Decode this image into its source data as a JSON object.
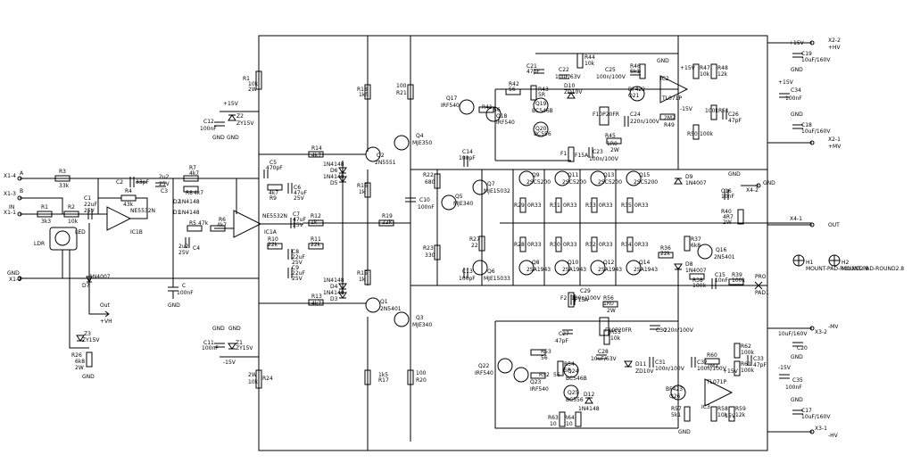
{
  "terminals": {
    "a": {
      "pin": "X1-4",
      "name": "A"
    },
    "b": {
      "pin": "X1-3",
      "name": "B"
    },
    "in": {
      "pin": "X1-1",
      "name": "IN"
    },
    "gnd": {
      "name": "GND",
      "pin": "X1-2"
    },
    "out_arrow": "Out",
    "vh": "+VH",
    "hv_top": {
      "net": "+HV",
      "pin": "X2-2"
    },
    "mv_top": {
      "net": "+MV",
      "pin": "X2-1"
    },
    "gnd_x42": {
      "net": "GND",
      "pin": "X4-2"
    },
    "out_x41": {
      "net": "OUT",
      "pin": "X4-1"
    },
    "mv_bot": {
      "net": "-MV",
      "pin": "X3-2"
    },
    "hv_bot": {
      "net": "-HV",
      "pin": "X3-1"
    },
    "pro": "PRO",
    "pad1": "PAD1"
  },
  "mounts": [
    {
      "ref": "H1",
      "label": "MOUNT-PAD-ROUND2.8"
    },
    {
      "ref": "H2",
      "label": "MOUNT-PAD-ROUND2.8"
    }
  ],
  "components": {
    "r3": {
      "ref": "R3",
      "val": "33k"
    },
    "r1": {
      "ref": "R1",
      "val": "3k3"
    },
    "r2": {
      "ref": "R2",
      "val": "10k"
    },
    "c1": {
      "ref": "C1",
      "val": "22uF",
      "v": "25V"
    },
    "c2": {
      "ref": "C2",
      "val": "33pF"
    },
    "r4": {
      "ref": "R4",
      "val": "43k"
    },
    "ic1b": {
      "ref": "IC1B",
      "part": "NE5532N"
    },
    "ldr": {
      "ref": "LDR"
    },
    "led": {
      "ref": "LED"
    },
    "d7": {
      "ref": "D7",
      "part": "1N4007"
    },
    "z3": {
      "ref": "Z3",
      "part": "ZY15V"
    },
    "r26": {
      "ref": "R26",
      "val": "6k8",
      "p": "2W"
    },
    "c3": {
      "ref": "C3",
      "val": "2u2",
      "v": "25V"
    },
    "r7": {
      "ref": "R7",
      "val": "4k7"
    },
    "r8": {
      "ref": "R8",
      "val": "4k7"
    },
    "d2": {
      "ref": "D2",
      "part": "1N4148"
    },
    "d1": {
      "ref": "D1",
      "part": "1N4148"
    },
    "r5": {
      "ref": "R5",
      "val": "47k"
    },
    "r6": {
      "ref": "R6",
      "val": "4k7"
    },
    "c4": {
      "ref": "C4",
      "val": "2u2",
      "v": "25V"
    },
    "c": {
      "ref": "C",
      "val": "100nF"
    },
    "ic1a": {
      "ref": "IC1A",
      "part": "NE5532N"
    },
    "c5": {
      "ref": "C5",
      "val": "470pF"
    },
    "r9": {
      "ref": "R9",
      "val": "4k7"
    },
    "c6": {
      "ref": "C6",
      "val": "47uF",
      "v": "25V"
    },
    "c7": {
      "ref": "C7",
      "val": "47uF",
      "v": "25V"
    },
    "r10": {
      "ref": "R10",
      "val": "22k"
    },
    "c8": {
      "ref": "C8",
      "val": "22uF",
      "v": "25V"
    },
    "c9": {
      "ref": "C9",
      "val": "22uF",
      "v": "25V"
    },
    "r11": {
      "ref": "R11",
      "val": "22k"
    },
    "r12": {
      "ref": "R12",
      "val": "1k"
    },
    "r19": {
      "ref": "R19",
      "val": "22k"
    },
    "r14": {
      "ref": "R14",
      "val": "4k7"
    },
    "r13": {
      "ref": "R13",
      "val": "4k7"
    },
    "r1z": {
      "ref": "R1",
      "val": "2W",
      "extra": "10k"
    },
    "r24": {
      "ref": "R24",
      "val": "2W",
      "extra": "10k"
    },
    "c12": {
      "ref": "C12",
      "val": "100nF"
    },
    "z2": {
      "ref": "Z2",
      "part": "ZY15V"
    },
    "c11": {
      "ref": "C11",
      "val": "100nF"
    },
    "z1": {
      "ref": "Z1",
      "part": "ZY15V"
    },
    "d6": {
      "ref": "D6",
      "part": "1N4148"
    },
    "d5": {
      "ref": "D5",
      "part": "1N4148"
    },
    "d4": {
      "ref": "D4",
      "part": "1N4148"
    },
    "d3": {
      "ref": "D3",
      "part": "1N4148"
    },
    "r18": {
      "ref": "R18",
      "val": "1k5"
    },
    "r16": {
      "ref": "R16",
      "val": "1k"
    },
    "r15": {
      "ref": "R15",
      "val": "1k"
    },
    "r17": {
      "ref": "R17",
      "val": "1k5"
    },
    "q2": {
      "ref": "Q2",
      "part": "2N5551"
    },
    "q1": {
      "ref": "Q1",
      "part": "2N5401"
    },
    "q4": {
      "ref": "Q4",
      "part": "MJE350"
    },
    "q3": {
      "ref": "Q3",
      "part": "MJE340"
    },
    "r21": {
      "ref": "R21",
      "val": "100"
    },
    "r20": {
      "ref": "R20",
      "val": "100"
    },
    "c10": {
      "ref": "C10",
      "val": "100nF"
    },
    "r22": {
      "ref": "R22",
      "val": "680"
    },
    "r23": {
      "ref": "R23",
      "val": "330"
    },
    "c14": {
      "ref": "C14",
      "val": "100pF"
    },
    "c13": {
      "ref": "C13",
      "val": "100pF"
    },
    "q5": {
      "ref": "Q5",
      "part": "MJE340"
    },
    "q7": {
      "ref": "Q7",
      "part": "MJE15032"
    },
    "q6": {
      "ref": "Q6",
      "part": "MJE15033"
    },
    "r27": {
      "ref": "R27",
      "val": "22"
    },
    "q9": {
      "ref": "Q9",
      "part": "2SC5200"
    },
    "q11": {
      "ref": "Q11",
      "part": "2SC5200"
    },
    "q13": {
      "ref": "Q13",
      "part": "2SC5200"
    },
    "q15": {
      "ref": "Q15",
      "part": "2SC5200"
    },
    "q8": {
      "ref": "Q8",
      "part": "2SA1943"
    },
    "q10": {
      "ref": "Q10",
      "part": "2SA1943"
    },
    "q12": {
      "ref": "Q12",
      "part": "2SA1943"
    },
    "q14": {
      "ref": "Q14",
      "part": "2SA1943"
    },
    "r29": {
      "ref": "R29",
      "val": "0R33"
    },
    "r31": {
      "ref": "R31",
      "val": "0R33"
    },
    "r33": {
      "ref": "R33",
      "val": "0R33"
    },
    "r35": {
      "ref": "R35",
      "val": "0R33"
    },
    "r28": {
      "ref": "R28",
      "val": "0R33"
    },
    "r30": {
      "ref": "R30",
      "val": "0R33"
    },
    "r32": {
      "ref": "R32",
      "val": "0R33"
    },
    "r34": {
      "ref": "R34",
      "val": "0R33"
    },
    "r36": {
      "ref": "R36",
      "val": "22k"
    },
    "r37": {
      "ref": "R37",
      "val": "6k8"
    },
    "d9": {
      "ref": "D9",
      "part": "1N4007"
    },
    "d8": {
      "ref": "D8",
      "part": "1N4007"
    },
    "q16": {
      "ref": "Q16",
      "part": "2N5401"
    },
    "c16": {
      "ref": "C16",
      "val": "10nF"
    },
    "r40": {
      "ref": "R40",
      "val": "4R7",
      "p": "2W"
    },
    "r38": {
      "ref": "R38",
      "val": "100k"
    },
    "c15": {
      "ref": "C15",
      "val": "10nF"
    },
    "r39": {
      "ref": "R39",
      "val": "100k"
    },
    "f1": {
      "ref": "F1",
      "val": "F15A"
    },
    "f2": {
      "ref": "F2",
      "val": "F15A"
    },
    "r44": {
      "ref": "R44",
      "val": "10k"
    },
    "c21": {
      "ref": "C21",
      "val": "47pF"
    },
    "c22": {
      "ref": "C22",
      "val": "10uF/63V"
    },
    "r42": {
      "ref": "R42",
      "val": "56"
    },
    "r43": {
      "ref": "R43",
      "val": "5R"
    },
    "r41": {
      "ref": "R41",
      "val": "56"
    },
    "q17": {
      "ref": "Q17",
      "part": "IRF540"
    },
    "q18": {
      "ref": "Q18",
      "part": "IRF540"
    },
    "q19": {
      "ref": "Q19",
      "part": "BC546B"
    },
    "q20": {
      "ref": "Q20",
      "part": "BC556"
    },
    "d10": {
      "ref": "D10",
      "part": "ZD10V"
    },
    "c25": {
      "ref": "C25",
      "val": "100n/100V"
    },
    "r45": {
      "ref": "R45",
      "val": "1R0",
      "p": "2W"
    },
    "c23": {
      "ref": "C23",
      "val": "100n/100V"
    },
    "c24": {
      "ref": "C24",
      "val": "220n/100V"
    },
    "fr1": {
      "part": "F10P20FR"
    },
    "r46": {
      "ref": "R46",
      "val": "5k1"
    },
    "bf422": {
      "ref": "Q21",
      "part": "BF422"
    },
    "ic2": {
      "ref": "IC2",
      "part": "TL071P"
    },
    "r47": {
      "ref": "R47",
      "val": "10k"
    },
    "r48": {
      "ref": "R48",
      "val": "12k"
    },
    "r49": {
      "ref": "R49",
      "val": "2M2"
    },
    "r50": {
      "ref": "R50",
      "val": "100k"
    },
    "r51": {
      "ref": "R51",
      "val": "100k"
    },
    "c26": {
      "ref": "C26",
      "val": "47pF"
    },
    "c19": {
      "ref": "C19",
      "val": "10uF/160V"
    },
    "c34": {
      "ref": "C34",
      "val": "100nF"
    },
    "c18": {
      "ref": "C18",
      "val": "10uF/160V"
    },
    "c29": {
      "ref": "C29",
      "val": "100n/100V"
    },
    "r56": {
      "ref": "R56",
      "val": "1R0",
      "p": "2W"
    },
    "c27": {
      "ref": "C27",
      "val": "47pF"
    },
    "fr2": {
      "part": "F10P20FR"
    },
    "r55": {
      "ref": "R55",
      "val": "10k"
    },
    "c30": {
      "ref": "C30",
      "val": "220n/100V"
    },
    "r53": {
      "ref": "R53",
      "val": "56"
    },
    "r52": {
      "ref": "R52",
      "val": "56"
    },
    "r54": {
      "ref": "R54",
      "val": "5R"
    },
    "q22": {
      "ref": "Q22",
      "part": "IRF540"
    },
    "q23": {
      "ref": "Q23",
      "part": "IRF540"
    },
    "q24": {
      "ref": "Q24",
      "part": "BC546B"
    },
    "q25": {
      "ref": "Q25",
      "part": "BC556"
    },
    "c28": {
      "ref": "C28",
      "val": "10uF/63V"
    },
    "d11": {
      "ref": "D11",
      "part": "ZD10V"
    },
    "c31": {
      "ref": "C31",
      "val": "100n/100V"
    },
    "c32": {
      "ref": "C32",
      "val": "100n/100V"
    },
    "bf423": {
      "ref": "Q26",
      "part": "BF423"
    },
    "ic3": {
      "ref": "IC3",
      "part": "TL071P"
    },
    "r60": {
      "ref": "R60",
      "val": "2M2"
    },
    "r62": {
      "ref": "R62",
      "val": "100k"
    },
    "r61": {
      "ref": "R61",
      "val": "100k"
    },
    "c33": {
      "ref": "C33",
      "val": "47pF"
    },
    "r57": {
      "ref": "R57",
      "val": "5k1"
    },
    "r58": {
      "ref": "R58",
      "val": "10k"
    },
    "r59": {
      "ref": "R59",
      "val": "12k"
    },
    "r63": {
      "ref": "R63",
      "val": "10"
    },
    "r64": {
      "ref": "R64",
      "val": "10"
    },
    "d12": {
      "ref": "D12",
      "part": "1N4148"
    },
    "c20": {
      "ref": "C20",
      "val": "10uF/160V"
    },
    "c35": {
      "ref": "C35",
      "val": "100nF"
    },
    "c17": {
      "ref": "C17",
      "val": "10uF/160V"
    }
  },
  "power_labels": {
    "p15": "+15V",
    "m15": "-15V",
    "gnd": "GND"
  }
}
